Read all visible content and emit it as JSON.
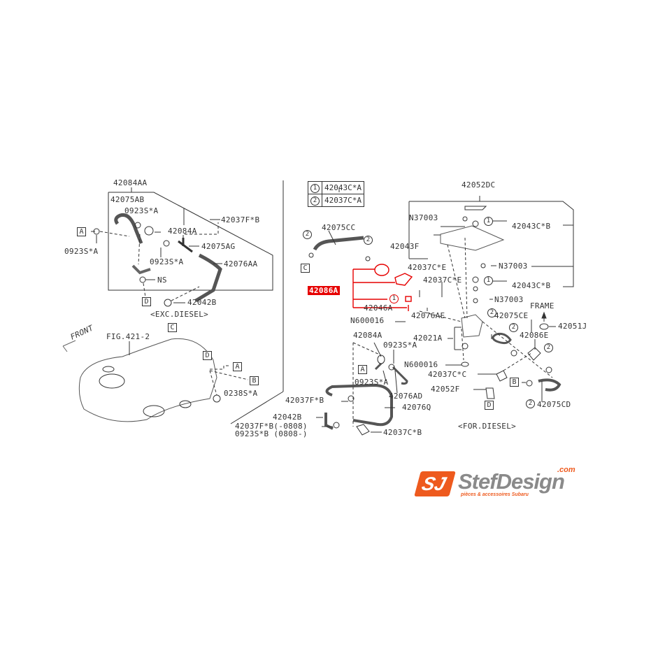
{
  "legend": [
    {
      "symbol": "1",
      "part": "42043C*A"
    },
    {
      "symbol": "2",
      "part": "42037C*A"
    }
  ],
  "left_panel": {
    "caption": "<EXC.DIESEL>",
    "labels": {
      "group": "42084AA",
      "hose_ab": "42075AB",
      "clip_a1": "0923S*A",
      "clip_a2": "0923S*A",
      "clip_a3": "0923S*A",
      "valve": "42084A",
      "clamp_fb": "42037F*B",
      "hose_ag": "42075AG",
      "hose_aa": "42076AA",
      "ns": "NS",
      "connector": "42042B"
    },
    "ref_boxes": {
      "a": "A",
      "d": "D"
    }
  },
  "tank": {
    "front": "FRONT",
    "fig": "FIG.421-2",
    "grommet": "0238S*A",
    "ref_boxes": {
      "c": "C",
      "d": "D",
      "a": "A",
      "b": "B"
    }
  },
  "right_panel": {
    "caption": "<FOR.DIESEL>",
    "labels": {
      "bracket_group": "42052DC",
      "hose_cc": "42075CC",
      "nut_1": "N37003",
      "nut_2": "N37003",
      "nut_3": "N37003",
      "mount_b1": "42043C*B",
      "mount_b2": "42043C*B",
      "plate": "42043F",
      "clamp_e1": "42037C*E",
      "clamp_e2": "42037C*E",
      "highlight": "42086A",
      "pin": "42046A",
      "tube_ae": "42076AE",
      "bolt_1": "N600016",
      "bolt_2": "N600016",
      "frame": "FRAME",
      "hose_ce": "42075CE",
      "cushion": "42051J",
      "filter_e": "42086E",
      "valve": "42084A",
      "clip_a1": "0923S*A",
      "clip_a2": "0923S*A",
      "pump": "42021A",
      "clamp_c": "42037C*C",
      "bracket_f": "42052F",
      "hose_cd": "42075CD",
      "hose_ad": "42076AD",
      "hose_q": "42076Q",
      "clamp_fb": "42037F*B",
      "connector": "42042B",
      "clamp_fb_old": "42037F*B(-0808)",
      "clip_b_new": "0923S*B (0808-)",
      "clamp_cb": "42037C*B"
    },
    "ref_boxes": {
      "a": "A",
      "b": "B",
      "c": "C",
      "d": "D"
    }
  },
  "logo": {
    "mark": "SJ",
    "name": "StefDesign",
    "tld": ".com",
    "tagline": "pièces & accessoires Subaru",
    "accent": "#ee5a1e"
  }
}
